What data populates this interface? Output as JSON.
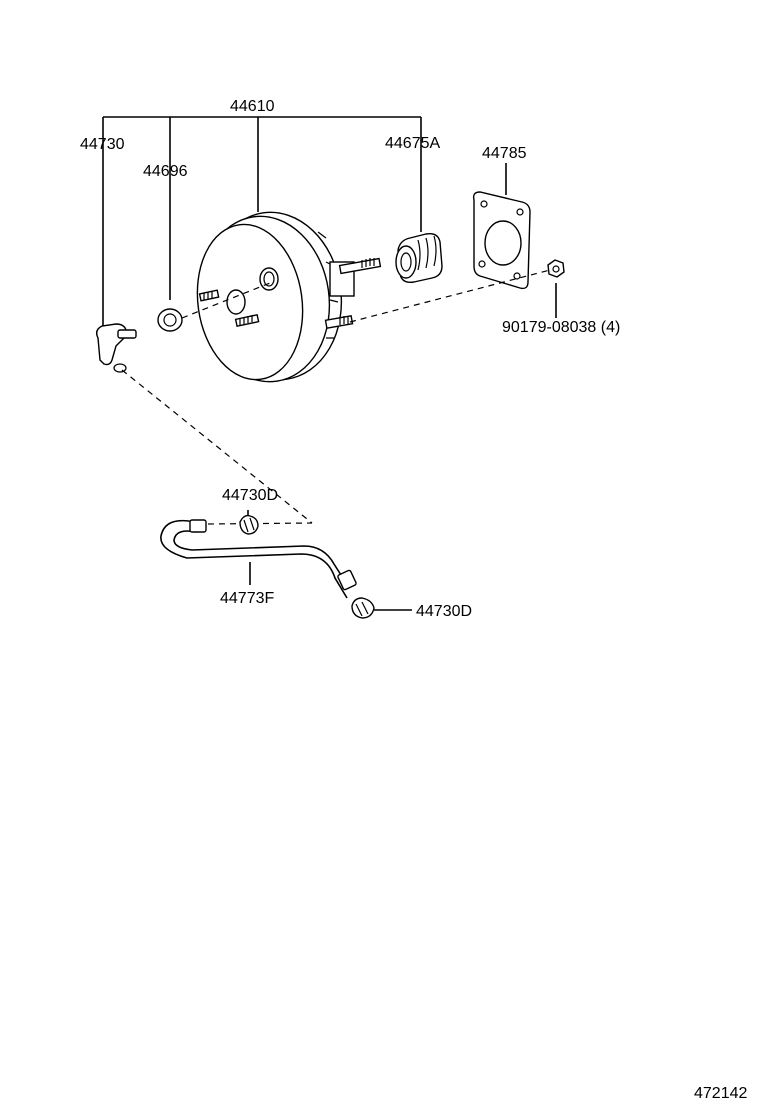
{
  "diagram": {
    "labels": {
      "booster_assembly": "44610",
      "check_valve": "44730",
      "grommet": "44696",
      "boot": "44675A",
      "gasket": "44785",
      "nut": "90179-08038 (4)",
      "clip_upper": "44730D",
      "hose": "44773F",
      "clip_lower": "44730D"
    },
    "figure_number": "472142"
  }
}
